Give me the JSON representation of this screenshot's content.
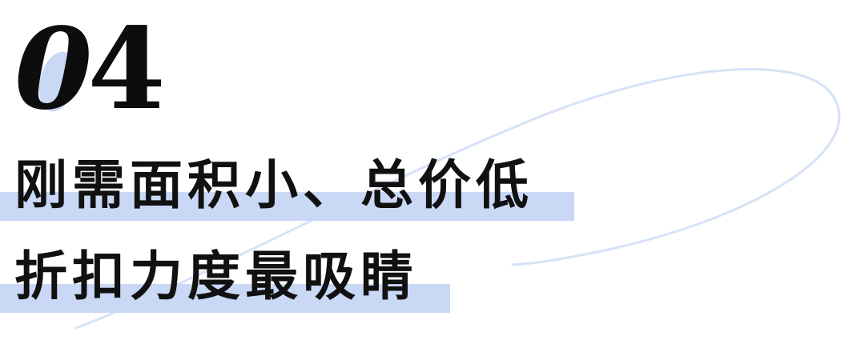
{
  "section_number": {
    "first_digit": "0",
    "second_digit": "4"
  },
  "headline": {
    "line1": "刚需面积小、总价低",
    "line2": "折扣力度最吸睛"
  },
  "colors": {
    "highlight_band": "#c9d8f5",
    "arc_stroke": "#d6e2f7",
    "text": "#111111"
  }
}
